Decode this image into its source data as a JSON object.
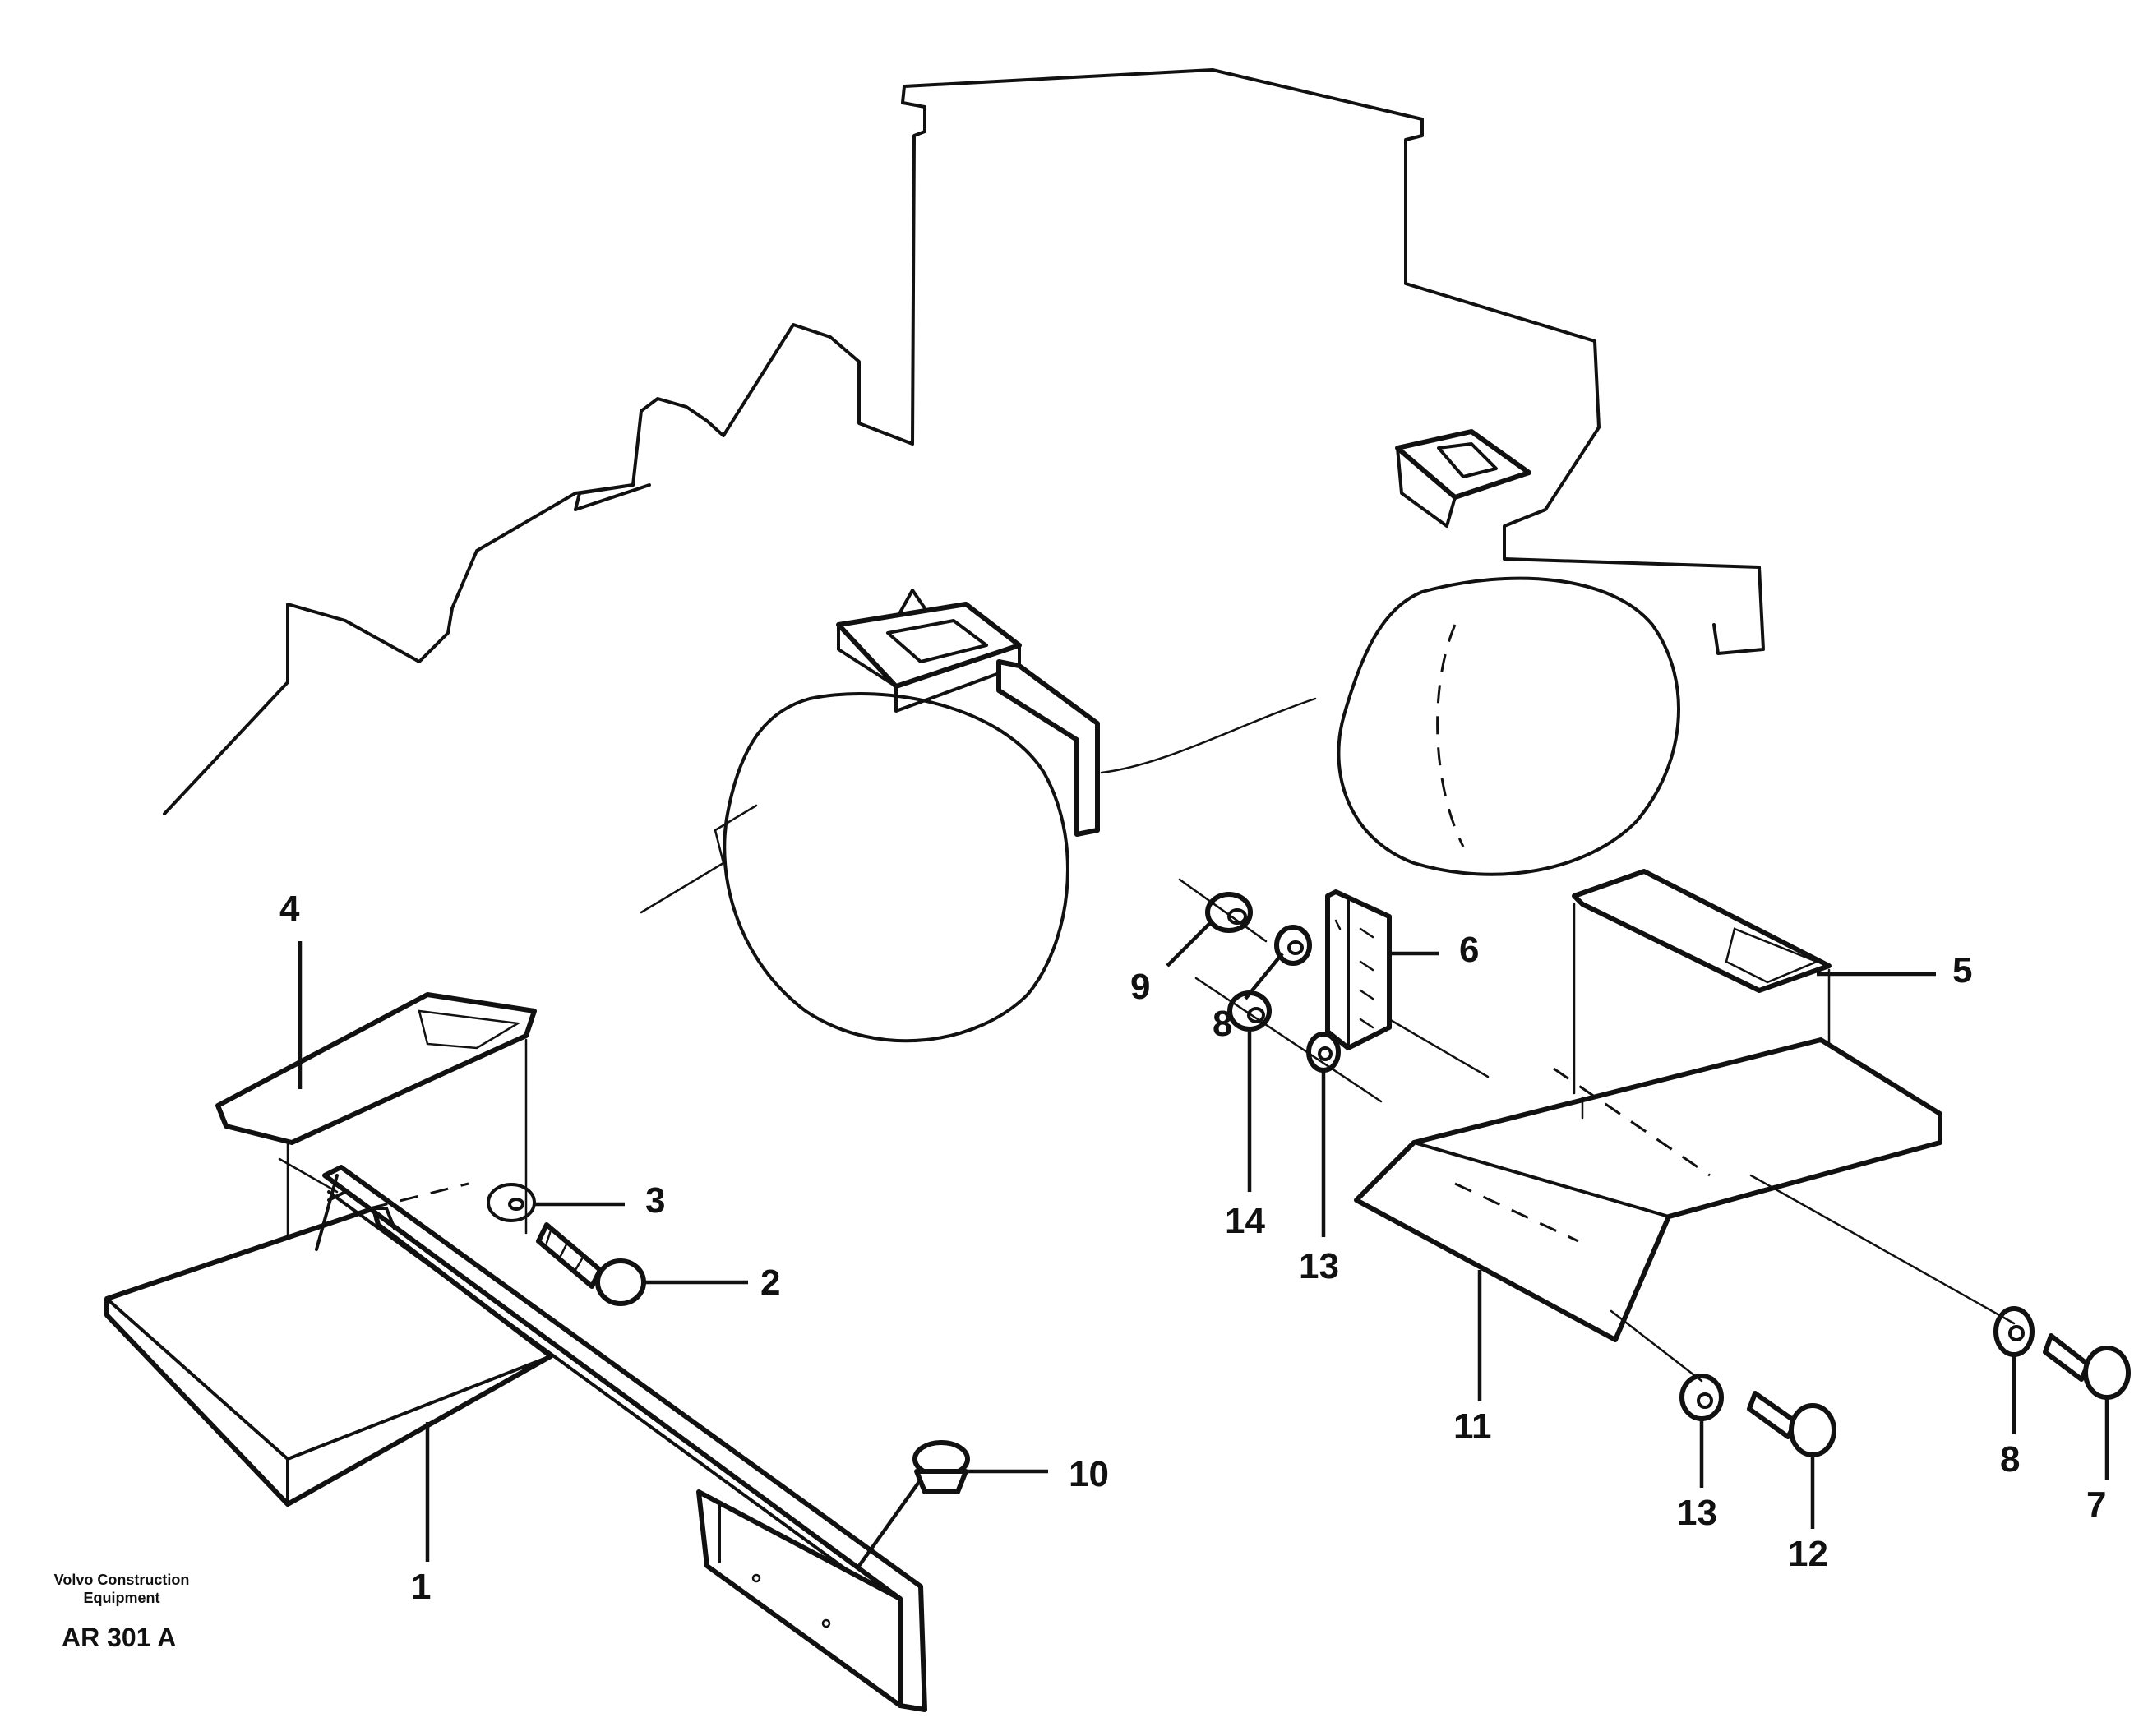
{
  "callouts": {
    "c1": "1",
    "c2": "2",
    "c3": "3",
    "c4": "4",
    "c5": "5",
    "c6": "6",
    "c7": "7",
    "c8a": "8",
    "c8b": "8",
    "c9": "9",
    "c10": "10",
    "c11": "11",
    "c12": "12",
    "c13a": "13",
    "c13b": "13",
    "c14": "14"
  },
  "footer": {
    "company_line1": "Volvo Construction",
    "company_line2": "Equipment",
    "reference": "AR 301 A"
  }
}
